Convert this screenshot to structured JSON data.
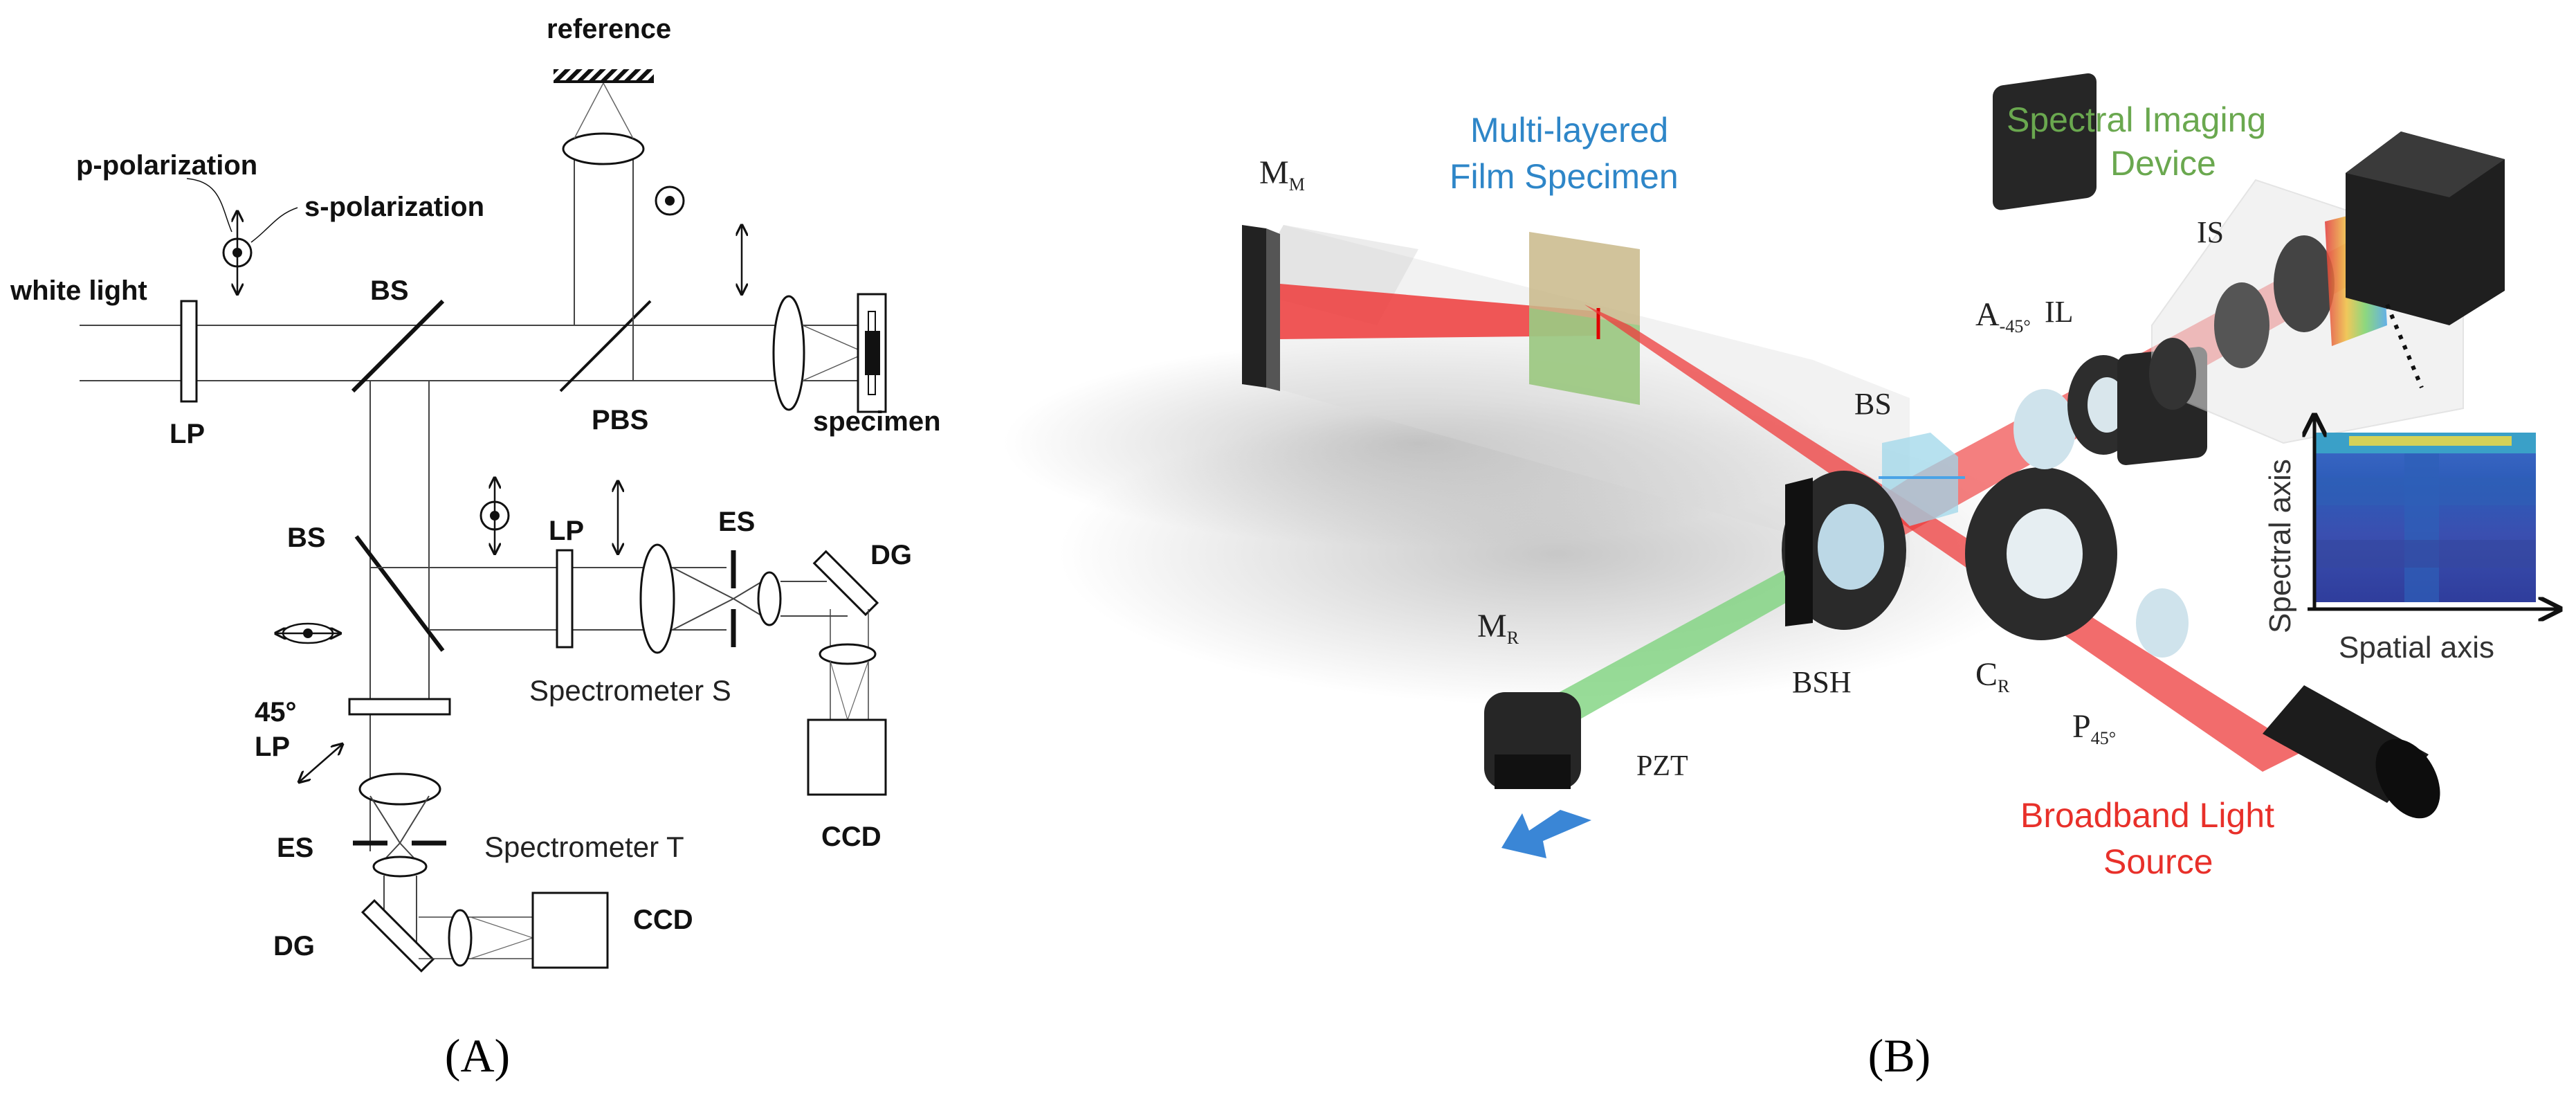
{
  "panel_a": {
    "caption": "(A)",
    "labels": {
      "reference": "reference",
      "p_polarization": "p-polarization",
      "s_polarization": "s-polarization",
      "white_light": "white light",
      "bs_top": "BS",
      "lp_top": "LP",
      "pbs": "PBS",
      "specimen": "specimen",
      "bs_mid": "BS",
      "lp_mid": "LP",
      "es_mid": "ES",
      "dg_right": "DG",
      "spectrometer_s": "Spectrometer S",
      "ccd_right": "CCD",
      "angle_45": "45°",
      "lp_bottom": "LP",
      "es_bottom": "ES",
      "spectrometer_t": "Spectrometer T",
      "dg_bottom": "DG",
      "ccd_bottom": "CCD"
    }
  },
  "panel_b": {
    "caption": "(B)",
    "labels": {
      "m_m_main": "M",
      "m_m_sub": "M",
      "film_specimen_1": "Multi-layered",
      "film_specimen_2": "Film Specimen",
      "spectral_imaging_1": "Spectral Imaging",
      "spectral_imaging_2": "Device",
      "is": "IS",
      "il": "IL",
      "a_main": "A",
      "a_sub": "-45°",
      "bs": "BS",
      "m_r_main": "M",
      "m_r_sub": "R",
      "bsh": "BSH",
      "c_r_main": "C",
      "c_r_sub": "R",
      "p_main": "P",
      "p_sub": "45°",
      "pzt": "PZT",
      "broadband_1": "Broadband Light",
      "broadband_2": "Source",
      "spectral_axis": "Spectral axis",
      "spatial_axis": "Spatial axis"
    },
    "colors": {
      "blue_label": "#2e86c8",
      "green_label": "#6aa84f",
      "red_label": "#e8302a",
      "red_beam": "#ee3b3b",
      "green_beam": "#7ed37e"
    }
  }
}
